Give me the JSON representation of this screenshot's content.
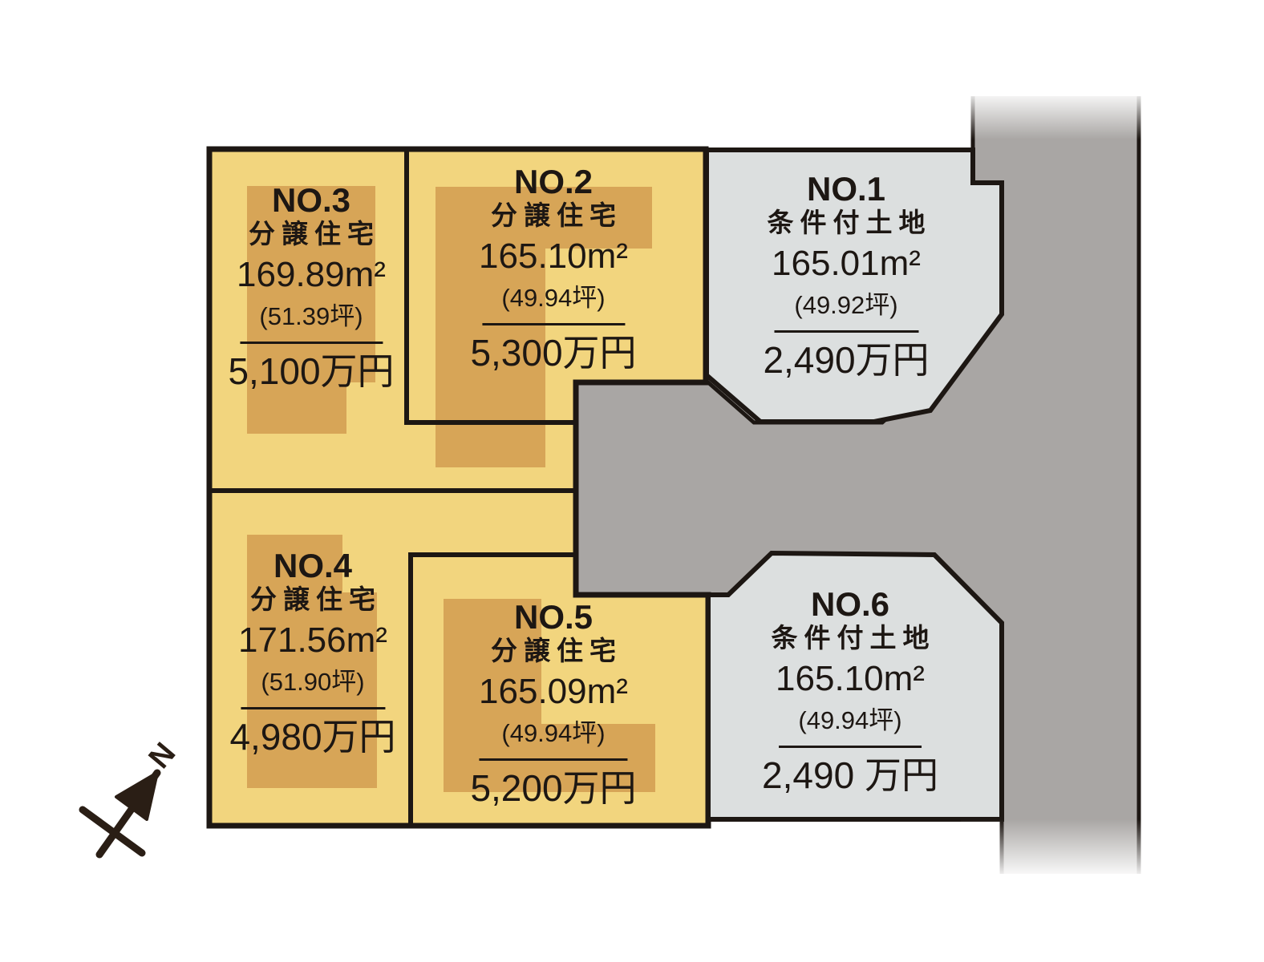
{
  "lots": [
    {
      "no": "NO.1",
      "type": "条件付土地",
      "area": "165.01m²",
      "tsubo": "(49.92坪)",
      "price": "2,490万円"
    },
    {
      "no": "NO.2",
      "type": "分譲住宅",
      "area": "165.10m²",
      "tsubo": "(49.94坪)",
      "price": "5,300万円"
    },
    {
      "no": "NO.3",
      "type": "分譲住宅",
      "area": "169.89m²",
      "tsubo": "(51.39坪)",
      "price": "5,100万円"
    },
    {
      "no": "NO.4",
      "type": "分譲住宅",
      "area": "171.56m²",
      "tsubo": "(51.90坪)",
      "price": "4,980万円"
    },
    {
      "no": "NO.5",
      "type": "分譲住宅",
      "area": "165.09m²",
      "tsubo": "(49.94坪)",
      "price": "5,200万円"
    },
    {
      "no": "NO.6",
      "type": "条件付土地",
      "area": "165.10m²",
      "tsubo": "(49.94坪)",
      "price": "2,490 万円"
    }
  ],
  "compass": {
    "north_label": "N"
  },
  "colors": {
    "lot_yellow": "#f2d57e",
    "footprint_orange": "#d7a557",
    "road_gray": "#a9a6a4",
    "conditional_lot_gray": "#dcdfdf",
    "outline_black": "#1d1713"
  }
}
